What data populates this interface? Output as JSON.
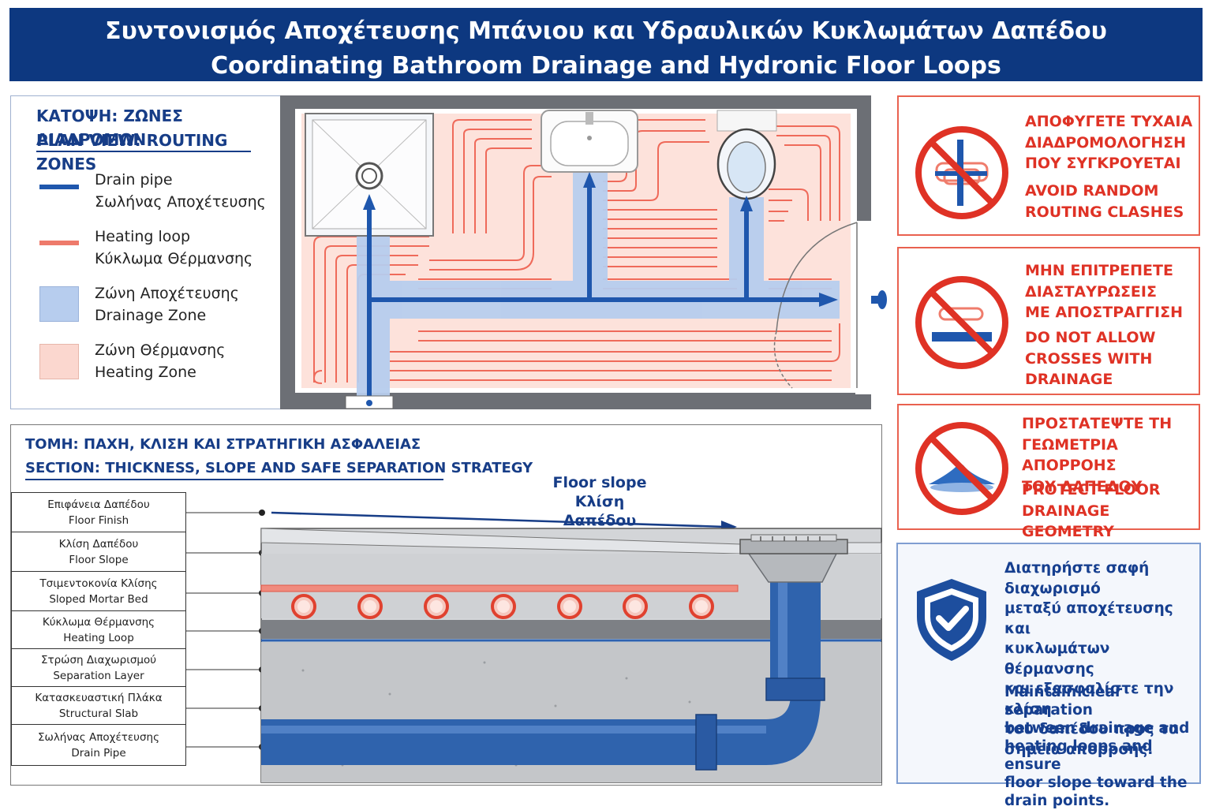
{
  "header": {
    "title_el": "Συντονισμός Αποχέτευσης Μπάνιου και Υδραυλικών Κυκλωμάτων Δαπέδου",
    "title_en": "Coordinating Bathroom Drainage and Hydronic Floor Loops"
  },
  "plan_legend": {
    "heading_el": "ΚΑΤΟΨΗ: ΖΩΝΕΣ ΔΙΑΔΡΟΜΩΝ",
    "heading_en": "PLAN VIEW: ROUTING ZONES",
    "items": [
      {
        "line1": "Drain pipe",
        "line2": "Σωλήνας Αποχέτευσης",
        "swatch": "line",
        "color": "#1f57ad"
      },
      {
        "line1": "Heating loop",
        "line2": "Κύκλωμα Θέρμανσης",
        "swatch": "line",
        "color": "#ee7a6b"
      },
      {
        "line1": "Ζώνη Αποχέτευσης",
        "line2": "Drainage Zone",
        "swatch": "box",
        "color": "#b7cdee"
      },
      {
        "line1": "Ζώνη Θέρμανσης",
        "line2": "Heating Zone",
        "swatch": "box",
        "color": "#fbd7cf"
      }
    ]
  },
  "warnings": [
    {
      "el_lines": [
        "ΑΠΟΦΥΓΕΤΕ ΤΥΧΑΙΑ",
        "ΔΙΑΔΡΟΜΟΛΟΓΗΣΗ",
        "ΠΟΥ ΣΥΓΚΡΟΥΕΤΑΙ"
      ],
      "en_lines": [
        "AVOID RANDOM",
        "ROUTING CLASHES"
      ],
      "icon": "no-pipe-clash-icon"
    },
    {
      "el_lines": [
        "ΜΗΝ ΕΠΙΤΡΕΠΕΤΕ",
        "ΔΙΑΣΤΑΥΡΩΣΕΙΣ",
        "ΜΕ ΑΠΟΣΤΡΑΓΓΙΣΗ"
      ],
      "en_lines": [
        "DO NOT ALLOW",
        "CROSSES WITH",
        "DRAINAGE"
      ],
      "icon": "no-crossing-icon"
    },
    {
      "el_lines": [
        "ΠΡΟΣΤΑΤΕΨΤΕ ΤΗ",
        "ΓΕΩΜΕΤΡΙΑ ΑΠΟΡΡΟΗΣ",
        "ΤΟΥ ΔΑΠΕΔΟΥ"
      ],
      "en_lines": [
        "PROTECT FLOOR",
        "DRAINAGE GEOMETRY"
      ],
      "icon": "no-ponding-icon"
    }
  ],
  "info": {
    "el_lines": [
      "Διατηρήστε σαφή διαχωρισμό",
      "μεταξύ αποχέτευσης και",
      "κυκλωμάτων θέρμανσης",
      "και εξασφαλίστε την κλίση",
      "του δαπέδου προς τα",
      "σημεία απορροής."
    ],
    "en_lines": [
      "Maintain clear separation",
      "between drainage and",
      "heating loops and ensure",
      "floor slope toward the",
      "drain points."
    ],
    "icon": "shield-check-icon"
  },
  "section": {
    "heading_el": "ΤΟΜΗ: ΠΑΧΗ, ΚΛΙΣΗ ΚΑΙ ΣΤΡΑΤΗΓΙΚΗ ΑΣΦΑΛΕΙΑΣ",
    "heading_en": "SECTION: THICKNESS, SLOPE AND SAFE SEPARATION STRATEGY",
    "slope_en": "Floor slope",
    "slope_el": "Κλίση Δαπέδου",
    "layers": [
      {
        "el": "Επιφάνεια Δαπέδου",
        "en": "Floor Finish"
      },
      {
        "el": "Κλίση Δαπέδου",
        "en": "Floor Slope"
      },
      {
        "el": "Τσιμεντοκονία Κλίσης",
        "en": "Sloped Mortar Bed"
      },
      {
        "el": "Κύκλωμα Θέρμανσης",
        "en": "Heating Loop"
      },
      {
        "el": "Στρώση Διαχωρισμού",
        "en": "Separation Layer"
      },
      {
        "el": "Κατασκευαστική Πλάκα",
        "en": "Structural Slab"
      },
      {
        "el": "Σωλήνας Αποχέτευσης",
        "en": "Drain Pipe"
      }
    ]
  },
  "colors": {
    "header": "#0d3880",
    "drain": "#1f57ad",
    "heating": "#ee5a48",
    "drain_zone": "#b7cdee",
    "heat_zone": "#fbd7cf",
    "warning": "#df3225"
  }
}
